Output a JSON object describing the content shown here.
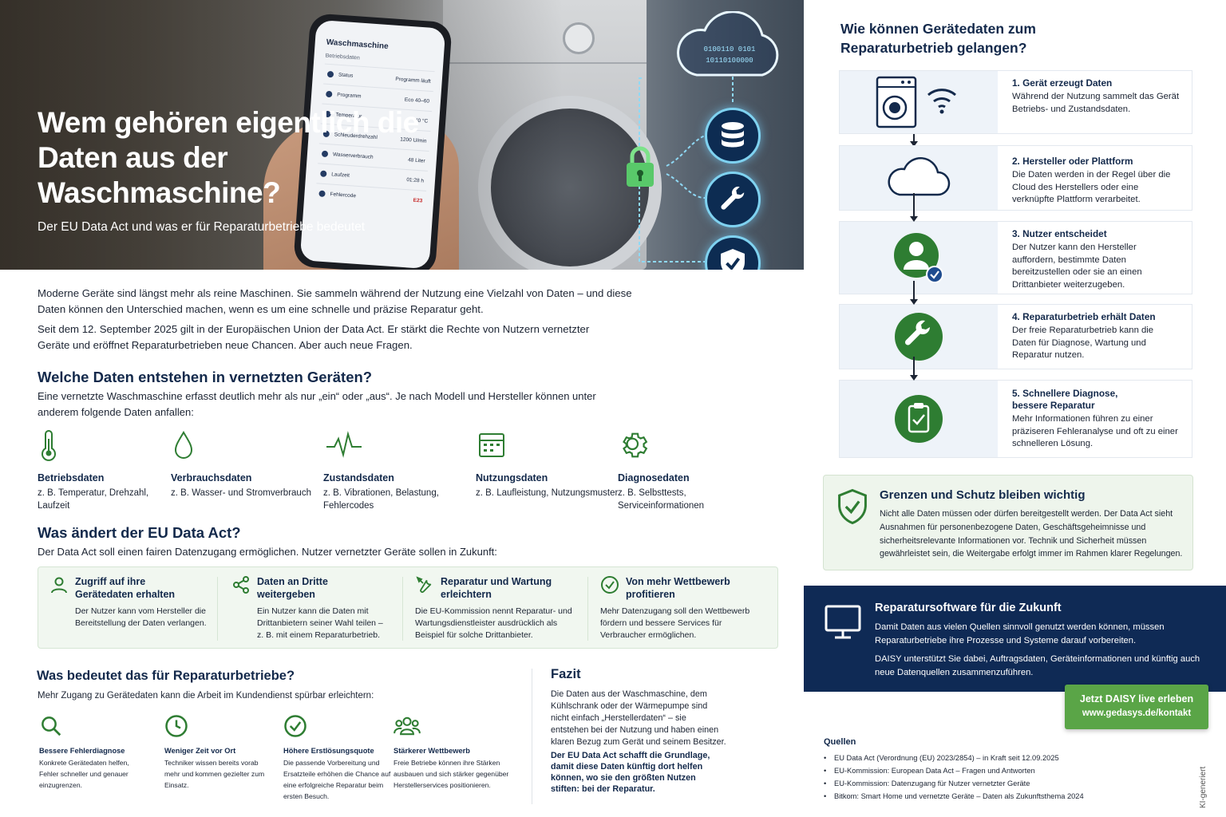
{
  "hero": {
    "title": "Wem gehören eigentlich die Daten aus der Waschmaschine?",
    "subtitle": "Der EU Data Act und was er für Reparaturbetriebe bedeutet",
    "phone": {
      "title": "Waschmaschine",
      "subtitle": "Betriebsdaten",
      "rows": [
        {
          "label": "Status",
          "value": "Programm läuft"
        },
        {
          "label": "Programm",
          "value": "Eco 40–60"
        },
        {
          "label": "Temperatur",
          "value": "40 °C"
        },
        {
          "label": "Schleuderdrehzahl",
          "value": "1200 U/min"
        },
        {
          "label": "Wasserverbrauch",
          "value": "48 Liter"
        },
        {
          "label": "Laufzeit",
          "value": "01:28 h"
        },
        {
          "label": "Fehlercode",
          "value": "E23"
        }
      ]
    }
  },
  "intro": {
    "p1": "Moderne Geräte sind längst mehr als reine Maschinen. Sie sammeln während der Nutzung eine Vielzahl von Daten – und diese Daten können den Unterschied machen, wenn es um eine schnelle und präzise Reparatur geht.",
    "p2": "Seit dem 12. September 2025 gilt in der Europäischen Union der Data Act. Er stärkt die Rechte von Nutzern vernetzter Geräte und eröffnet Reparaturbetrieben neue Chancen. Aber auch neue Fragen."
  },
  "data_section": {
    "title": "Welche Daten entstehen in vernetzten Geräten?",
    "intro": "Eine vernetzte Waschmaschine erfasst deutlich mehr als nur „ein“ oder „aus“. Je nach Modell und Hersteller können unter anderem folgende Daten anfallen:",
    "types": [
      {
        "icon": "thermometer-icon",
        "title": "Betriebsdaten",
        "desc": "z. B. Temperatur, Drehzahl, Laufzeit"
      },
      {
        "icon": "drop-icon",
        "title": "Verbrauchsdaten",
        "desc": "z. B. Wasser- und Stromverbrauch"
      },
      {
        "icon": "pulse-icon",
        "title": "Zustandsdaten",
        "desc": "z. B. Vibrationen, Belastung, Fehlercodes"
      },
      {
        "icon": "calendar-icon",
        "title": "Nutzungsdaten",
        "desc": "z. B. Laufleistung, Nutzungsmuster"
      },
      {
        "icon": "gear-icon",
        "title": "Diagnosedaten",
        "desc": "z. B. Selbsttests, Serviceinformationen"
      }
    ]
  },
  "act_section": {
    "title": "Was ändert der EU Data Act?",
    "intro": "Der Data Act soll einen fairen Datenzugang ermöglichen. Nutzer vernetzter Geräte sollen in Zukunft:",
    "items": [
      {
        "icon": "user-icon",
        "title": "Zugriff auf ihre Gerätedaten erhalten",
        "desc": "Der Nutzer kann vom Hersteller die Bereitstellung der Daten verlangen."
      },
      {
        "icon": "share-icon",
        "title": "Daten an Dritte weitergeben",
        "desc": "Ein Nutzer kann die Daten mit Drittanbietern seiner Wahl teilen – z. B. mit einem Reparaturbetrieb."
      },
      {
        "icon": "tools-icon",
        "title": "Reparatur und Wartung erleichtern",
        "desc": "Die EU-Kommission nennt Reparatur- und Wartungsdienstleister ausdrücklich als Beispiel für solche Drittanbieter."
      },
      {
        "icon": "check-circle-icon",
        "title": "Von mehr Wettbewerb profitieren",
        "desc": "Mehr Datenzugang soll den Wettbewerb fördern und bessere Services für Verbraucher ermöglichen."
      }
    ]
  },
  "benefits_section": {
    "title": "Was bedeutet das für Reparaturbetriebe?",
    "intro": "Mehr Zugang zu Gerätedaten kann die Arbeit im Kundendienst spürbar erleichtern:",
    "items": [
      {
        "icon": "search-icon",
        "title": "Bessere Fehlerdiagnose",
        "desc": "Konkrete Gerätedaten helfen, Fehler schneller und genauer einzugrenzen."
      },
      {
        "icon": "clock-icon",
        "title": "Weniger Zeit vor Ort",
        "desc": "Techniker wissen bereits vorab mehr und kommen gezielter zum Einsatz."
      },
      {
        "icon": "check-circle-icon",
        "title": "Höhere Erstlösungsquote",
        "desc": "Die passende Vorbereitung und Ersatzteile erhöhen die Chance auf eine erfolgreiche Reparatur beim ersten Besuch."
      },
      {
        "icon": "group-icon",
        "title": "Stärkerer Wettbewerb",
        "desc": "Freie Betriebe können ihre Stärken ausbauen und sich stärker gegenüber Herstellerservices positionieren."
      }
    ]
  },
  "fazit": {
    "title": "Fazit",
    "text": "Die Daten aus der Waschmaschine, dem Kühlschrank oder der Wärmepumpe sind nicht einfach „Herstellerdaten“ – sie entstehen bei der Nutzung und haben einen klaren Bezug zum Gerät und seinem Besitzer.",
    "bold": "Der EU Data Act schafft die Grundlage, damit diese Daten künftig dort helfen können, wo sie den größten Nutzen stiften: bei der Reparatur."
  },
  "flow": {
    "title": "Wie können Gerätedaten zum Reparaturbetrieb gelangen?",
    "steps": [
      {
        "icon": "washer-wifi-icon",
        "title": "1. Gerät erzeugt Daten",
        "desc": "Während der Nutzung sammelt das Gerät Betriebs- und Zustandsdaten."
      },
      {
        "icon": "cloud-icon",
        "title": "2. Hersteller oder Plattform",
        "desc": "Die Daten werden in der Regel über die Cloud des Herstellers oder eine verknüpfte Plattform verarbeitet."
      },
      {
        "icon": "user-check-icon",
        "title": "3. Nutzer entscheidet",
        "desc": "Der Nutzer kann den Hersteller auffordern, bestimmte Daten bereitzustellen oder sie an einen Drittanbieter weiterzugeben."
      },
      {
        "icon": "wrench-icon",
        "title": "4. Reparaturbetrieb erhält Daten",
        "desc": "Der freie Reparaturbetrieb kann die Daten für Diagnose, Wartung und Reparatur nutzen."
      },
      {
        "icon": "clipboard-check-icon",
        "title": "5. Schnellere Diagnose, bessere Reparatur",
        "desc": "Mehr Informationen führen zu einer präziseren Fehleranalyse und oft zu einer schnelleren Lösung."
      }
    ]
  },
  "protect": {
    "title": "Grenzen und Schutz bleiben wichtig",
    "text": "Nicht alle Daten müssen oder dürfen bereitgestellt werden. Der Data Act sieht Ausnahmen für personenbezogene Daten, Geschäftsgeheimnisse und sicherheitsrelevante Informationen vor. Technik und Sicherheit müssen gewährleistet sein, die Weitergabe erfolgt immer im Rahmen klarer Regelungen."
  },
  "software": {
    "title": "Reparatursoftware für die Zukunft",
    "p1": "Damit Daten aus vielen Quellen sinnvoll genutzt werden können, müssen Reparaturbetriebe ihre Prozesse und Systeme darauf vorbereiten.",
    "p2": "DAISY unterstützt Sie dabei, Auftragsdaten, Geräteinformationen und künftig auch neue Datenquellen zusammenzuführen."
  },
  "cta": {
    "label": "Jetzt DAISY live erleben",
    "url": "www.gedasys.de/kontakt"
  },
  "sources": {
    "title": "Quellen",
    "items": [
      "EU Data Act (Verordnung (EU) 2023/2854) – in Kraft seit 12.09.2025",
      "EU-Kommission: European Data Act – Fragen und Antworten",
      "EU-Kommission: Datenzugang für Nutzer vernetzter Geräte",
      "Bitkom: Smart Home und vernetzte Geräte – Daten als Zukunftsthema 2024"
    ]
  },
  "ki_label": "KI-generiert",
  "colors": {
    "navy": "#13294b",
    "green": "#2e7d32",
    "cta_green": "#5aa547",
    "dark_blue": "#0f2a55"
  }
}
